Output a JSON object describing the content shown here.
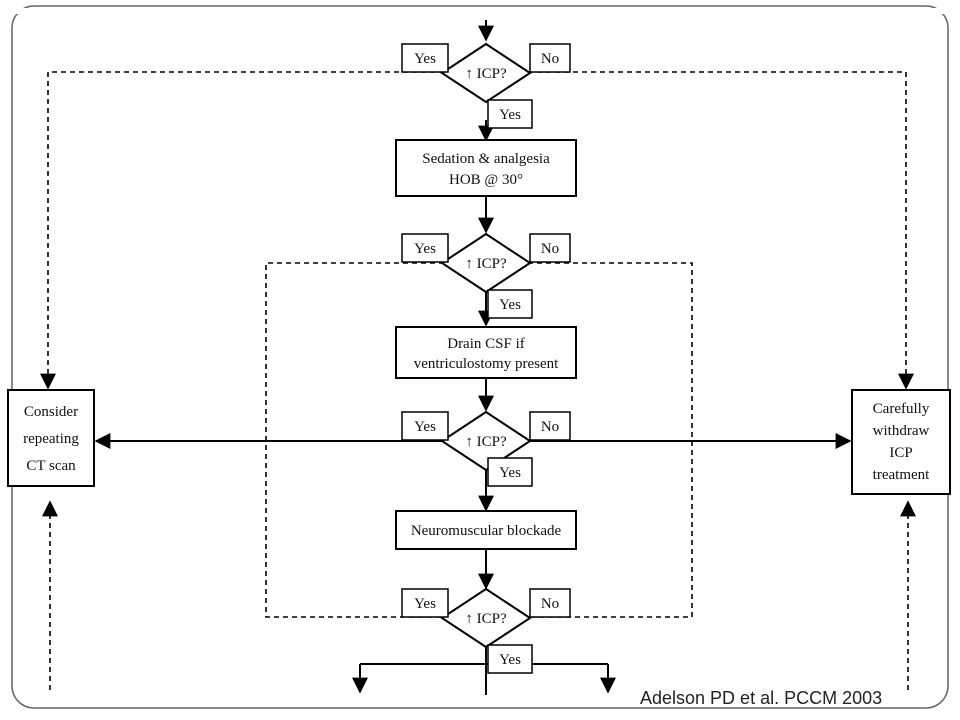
{
  "flowchart": {
    "yes_label": "Yes",
    "no_label": "No",
    "decision_label": "↑ ICP?",
    "boxes": {
      "sedation": [
        "Sedation & analgesia",
        "HOB @ 30°"
      ],
      "drain": [
        "Drain CSF if",
        "ventriculostomy present"
      ],
      "neuromuscular": [
        "Neuromuscular blockade"
      ],
      "ct": [
        "Consider",
        "repeating",
        "CT scan"
      ],
      "withdraw": [
        "Carefully",
        "withdraw",
        "ICP",
        "treatment"
      ]
    }
  },
  "citation": "Adelson PD et al. PCCM 2003"
}
